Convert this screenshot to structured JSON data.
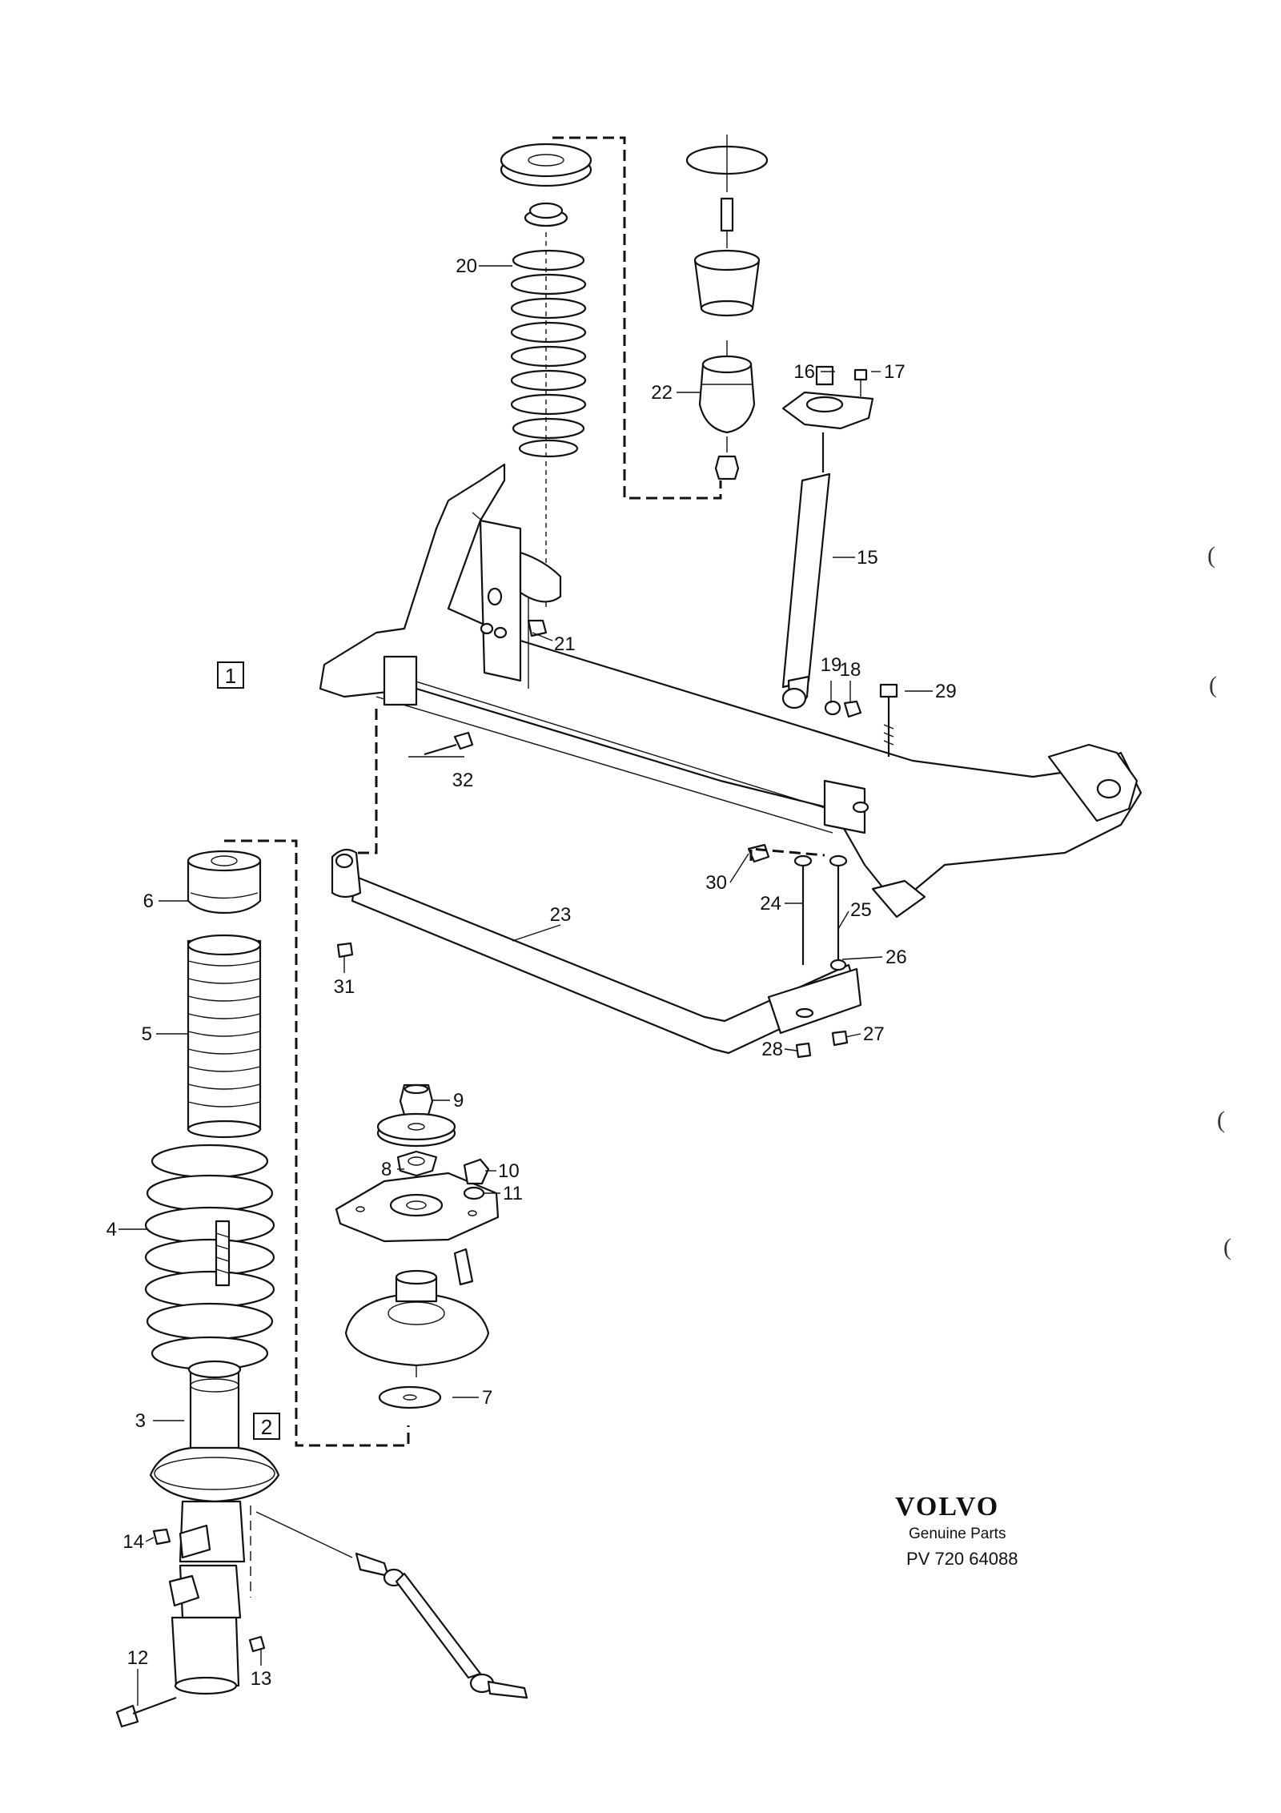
{
  "callouts": [
    "1",
    "2",
    "3",
    "4",
    "5",
    "6",
    "7",
    "8",
    "9",
    "10",
    "11",
    "12",
    "13",
    "14",
    "15",
    "16",
    "17",
    "18",
    "19",
    "20",
    "21",
    "22",
    "23",
    "24",
    "25",
    "26",
    "27",
    "28",
    "29",
    "30",
    "31",
    "32"
  ],
  "boxes": {
    "rear": "1",
    "front": "2"
  },
  "brand": {
    "logo": "VOLVO",
    "tagline": "Genuine Parts",
    "code": "PV 720 64088"
  },
  "margin_marks": [
    "(",
    "(",
    "(",
    "("
  ]
}
